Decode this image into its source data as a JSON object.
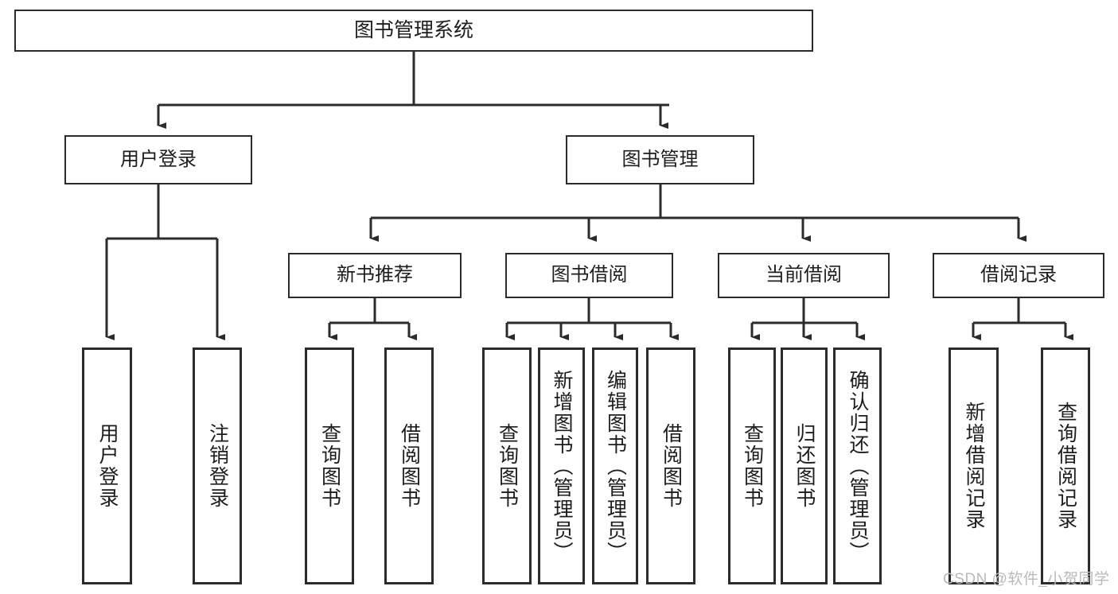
{
  "diagram": {
    "title": "图书管理系统",
    "type": "tree",
    "watermark": "CSDN @软件_小贺同学",
    "colors": {
      "box_border": "#2b2b2b",
      "box_fill": "#ffffff",
      "edge": "#2b2b2b",
      "text": "#1d1d1d",
      "watermark": "#b9b9b9"
    },
    "root": {
      "label": "图书管理系统"
    },
    "level2": [
      {
        "label": "用户登录"
      },
      {
        "label": "图书管理"
      }
    ],
    "level3": [
      {
        "label": "新书推荐"
      },
      {
        "label": "图书借阅"
      },
      {
        "label": "当前借阅"
      },
      {
        "label": "借阅记录"
      }
    ],
    "leaves": {
      "user_login": [
        {
          "label": "用户登录"
        },
        {
          "label": "注销登录"
        }
      ],
      "new_book_recommend": [
        {
          "label": "查询图书"
        },
        {
          "label": "借阅图书"
        }
      ],
      "book_borrow": [
        {
          "label": "查询图书"
        },
        {
          "label": "新增图书（管理员）"
        },
        {
          "label": "编辑图书（管理员）"
        },
        {
          "label": "借阅图书"
        }
      ],
      "current_borrow": [
        {
          "label": "查询图书"
        },
        {
          "label": "归还图书"
        },
        {
          "label": "确认归还（管理员）"
        }
      ],
      "borrow_record": [
        {
          "label": "新增借阅记录"
        },
        {
          "label": "查询借阅记录"
        }
      ]
    }
  }
}
